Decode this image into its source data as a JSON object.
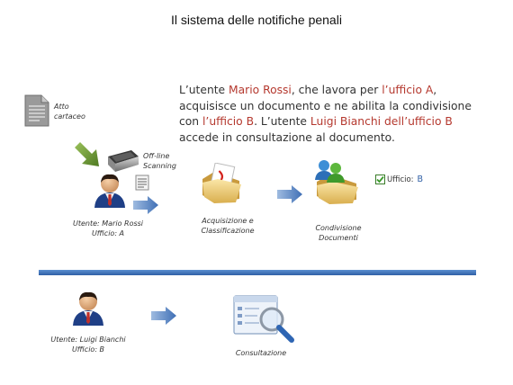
{
  "title": "Il sistema delle notifiche penali",
  "description": {
    "p1": "L’utente ",
    "name1": "Mario Rossi",
    "p2": ", che lavora per ",
    "office1": "l’ufficio A",
    "p3": ", acquisisce un documento e ne abilita la condivisione con ",
    "office2": "l’ufficio B",
    "p4": ". L’utente ",
    "name2": "Luigi Bianchi",
    "p5": " ",
    "office3": "dell’ufficio B",
    "p6": " accede in consultazione al documento."
  },
  "labels": {
    "atto_line1": "Atto",
    "atto_line2": "cartaceo",
    "scan_line1": "Off-line",
    "scan_line2": "Scanning",
    "user1_line1": "Utente: Mario Rossi",
    "user1_line2": "Ufficio: A",
    "acq_line1": "Acquisizione e",
    "acq_line2": "Classificazione",
    "cond_line1": "Condivisione",
    "cond_line2": "Documenti",
    "ufficio_label": "Ufficio:",
    "ufficio_value": "B",
    "user2_line1": "Utente: Luigi Bianchi",
    "user2_line2": "Ufficio: B",
    "cons_label": "Consultazione"
  },
  "colors": {
    "accent_red": "#b5392f",
    "divider_blue": "#3b6fb8",
    "arrow_blue": "#4d7fc4",
    "arrow_green": "#5c8a2e"
  }
}
